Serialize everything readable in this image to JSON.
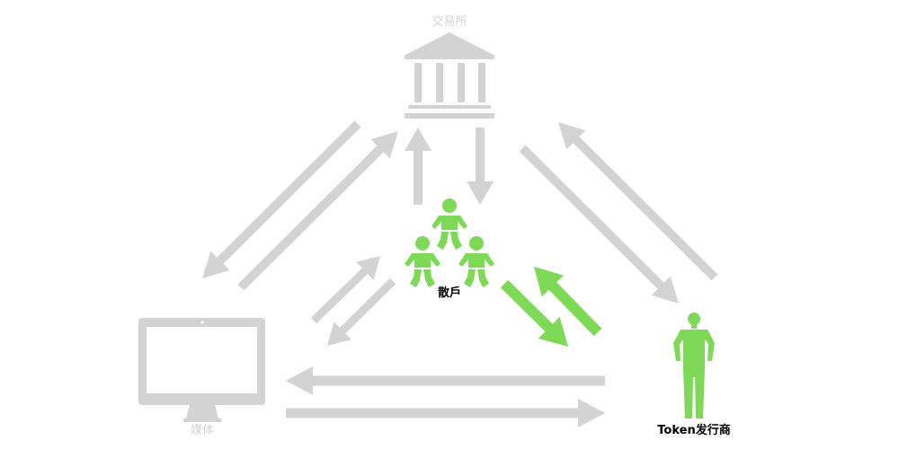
{
  "nodes": {
    "exchange": {
      "label": "交易所",
      "icon": "bank-icon"
    },
    "retail": {
      "label": "散戶",
      "icon": "baby-group-icon"
    },
    "media": {
      "label": "媒体",
      "icon": "monitor-icon"
    },
    "issuer": {
      "label": "Token发行商",
      "icon": "person-icon"
    }
  },
  "colors": {
    "inactive": "#d3d3d3",
    "active": "#7ed957",
    "text_dark": "#000000"
  }
}
